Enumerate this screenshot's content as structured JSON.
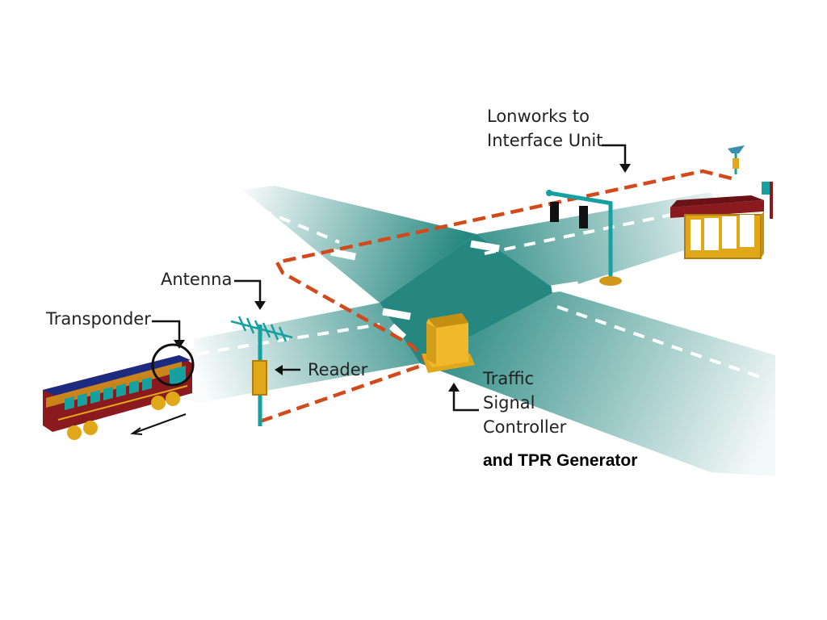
{
  "labels": {
    "lonworks_line1": "Lonworks to",
    "lonworks_line2": "Interface Unit",
    "antenna": "Antenna",
    "transponder": "Transponder",
    "reader": "Reader",
    "traffic_line1": "Traffic",
    "traffic_line2": "Signal",
    "traffic_line3": "Controller",
    "tpr_generator": "and TPR Generator"
  },
  "colors": {
    "road": "#0e7a72",
    "cable": "#d24a1c",
    "pole": "#17a0a0",
    "equipment": "#e0a818",
    "bus_body": "#8a1a1e",
    "bus_roof": "#1c2a80",
    "shelter_roof": "#8a1a1e"
  }
}
